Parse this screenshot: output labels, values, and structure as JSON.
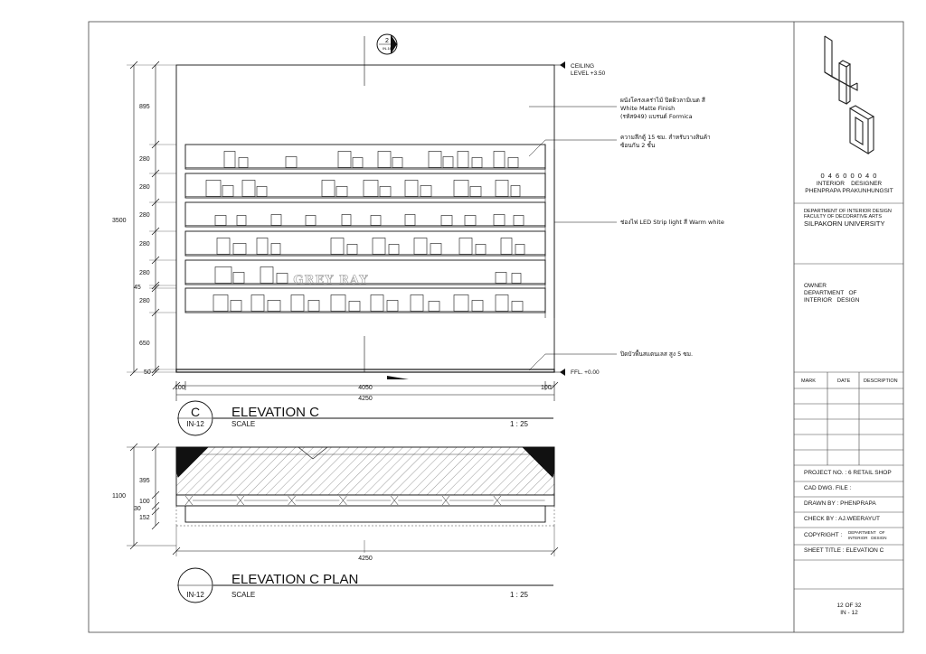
{
  "sheet": {
    "marker_top": {
      "num": "2",
      "ref": "IN-16"
    },
    "ceiling_label": [
      "CEILING",
      "LEVEL +3.50"
    ],
    "ffl_label": "FFL. +0.00",
    "watermark": "GREY RAY"
  },
  "annotations": {
    "wall": [
      "ผนังโครงเคร่าไม้ ปิดผิวลามิเนต สี",
      "White Matte Finish",
      "(รหัส949) แบรนด์ Formica"
    ],
    "shelf": [
      "ความลึกตู้ 15 ซม. สำหรับวางสินค้า",
      "ซ้อนกัน 2 ชั้น"
    ],
    "led": "ช่องไฟ LED Strip light สี Warm white",
    "base": "ปิดบัวพื้นสแตนเลส สูง 5 ซม."
  },
  "dims_elev": {
    "left": [
      "895",
      "280",
      "280",
      "280",
      "280",
      "280",
      "45",
      "280",
      "650",
      "50"
    ],
    "total": "3500",
    "bottom": [
      "100",
      "4050",
      "100"
    ],
    "bottom_total": "4250"
  },
  "dims_plan": {
    "left": [
      "395",
      "100",
      "30",
      "152"
    ],
    "total": "1100",
    "bottom": "4250"
  },
  "elevation_title": {
    "letter": "C",
    "sheet": "IN-12",
    "title": "ELEVATION C",
    "scale_label": "SCALE",
    "scale": "1 : 25"
  },
  "plan_title": {
    "letter": "",
    "sheet": "IN-12",
    "title": "ELEVATION C PLAN",
    "scale_label": "SCALE",
    "scale": "1 : 25"
  },
  "title_block": {
    "student_id": "0 4 6 0 0 0 4 0",
    "role": "INTERIOR    DESIGNER",
    "designer": "PHENPRAPA PRAKUNHUNGSIT",
    "dept": "DEPARTMENT OF INTERIOR DESIGN",
    "faculty": "FACULTY OF DECORATIVE ARTS",
    "university": "SILPAKORN UNIVERSITY",
    "owner": [
      "OWNER",
      "DEPARTMENT   OF",
      "INTERIOR   DESIGN"
    ],
    "rev_headers": [
      "MARK",
      "DATE",
      "DESCRIPTION"
    ],
    "project": "PROJECT NO. :  6 RETAIL SHOP",
    "cad": "CAD DWG. FILE :",
    "drawn": "DRAWN BY : PHENPRAPA",
    "check": "CHECK BY : AJ.WEERAYUT",
    "copyright_label": "COPYRIGHT :",
    "copyright_value": [
      "DEPARTMENT   OF",
      "INTERIOR   DESIGN"
    ],
    "sheet_title": "SHEET TITLE : ELEVATION C",
    "sheet_no": "12 OF 32",
    "sheet_ref": "IN - 12"
  },
  "colors": {
    "line": "#111111",
    "frame": "#444444",
    "hatch": "#555555",
    "logo": "#222222"
  }
}
